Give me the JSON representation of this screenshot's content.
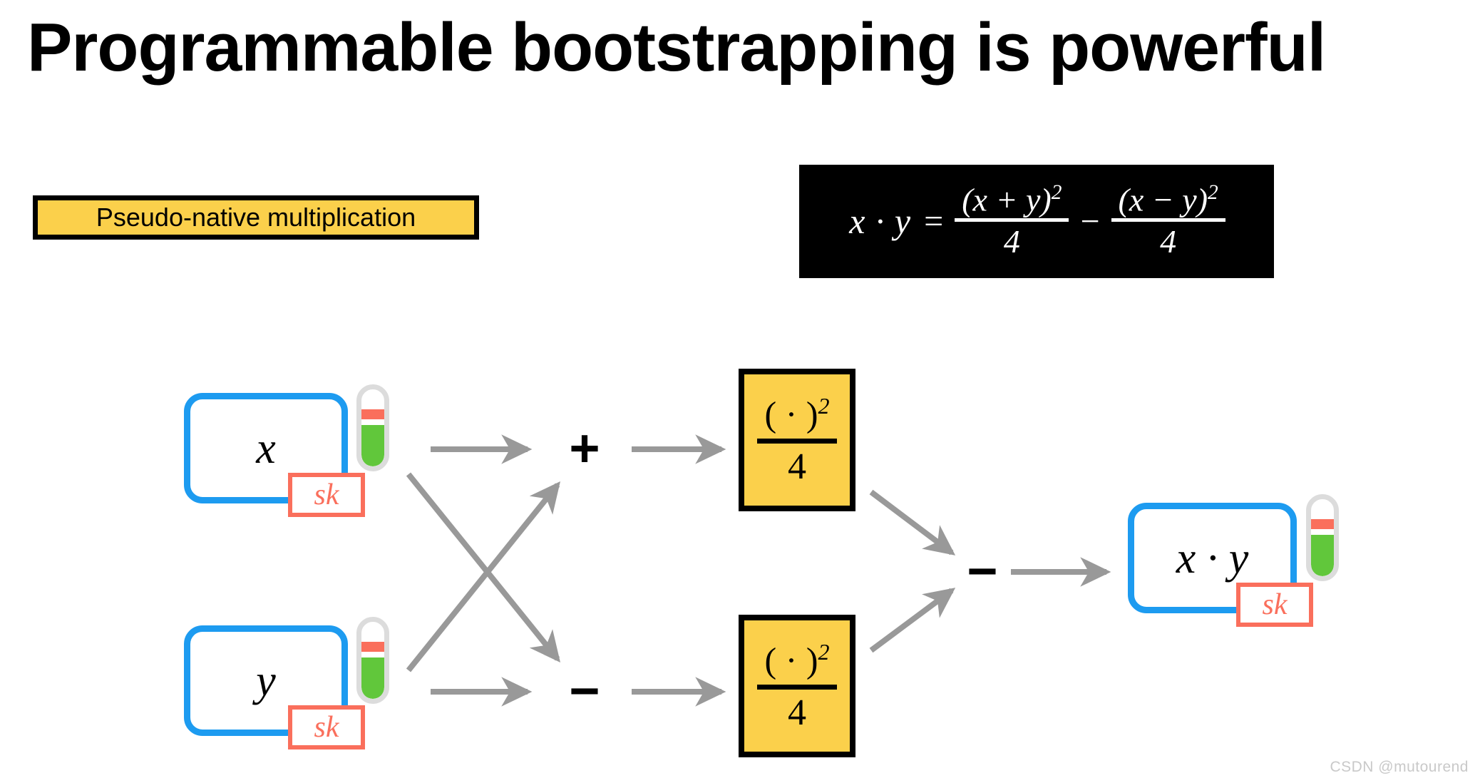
{
  "slide": {
    "title": "Programmable bootstrapping is powerful",
    "watermark": "CSDN @mutourend"
  },
  "caption": {
    "label": "Pseudo-native multiplication",
    "background_color": "#FBD04B",
    "border_color": "#000000"
  },
  "formula_panel": {
    "background_color": "#000000",
    "text_color": "#FFFFFF",
    "lhs": "x · y",
    "equals": "=",
    "term1": {
      "numerator": "(x + y)",
      "exponent": "2",
      "denominator": "4"
    },
    "operator": "−",
    "term2": {
      "numerator": "(x − y)",
      "exponent": "2",
      "denominator": "4"
    },
    "plain_text": "x · y = (x + y)² / 4 − (x − y)² / 4"
  },
  "diagram": {
    "colors": {
      "ciphertext_border": "#1D9BF0",
      "key_tag": "#FA6F5C",
      "pbs_fill": "#FBD04B",
      "pbs_border": "#000000",
      "arrow": "#999999",
      "noise_band": "#FA6F5C",
      "noise_fill": "#61C73B",
      "gauge_outline": "#DCDCDC"
    },
    "inputs": [
      {
        "name": "input-x",
        "label": "x",
        "key_tag": "sk",
        "noise_level": "low"
      },
      {
        "name": "input-y",
        "label": "y",
        "key_tag": "sk",
        "noise_level": "low"
      }
    ],
    "operators": [
      {
        "name": "adder",
        "symbol": "+"
      },
      {
        "name": "subtractor-input",
        "symbol": "−"
      },
      {
        "name": "subtractor-output",
        "symbol": "−"
      }
    ],
    "pbs_boxes": [
      {
        "name": "pbs-square-over-four-top",
        "numerator": "( · )",
        "exponent": "2",
        "denominator": "4"
      },
      {
        "name": "pbs-square-over-four-bottom",
        "numerator": "( · )",
        "exponent": "2",
        "denominator": "4"
      }
    ],
    "output": {
      "name": "output-product",
      "label": "x · y",
      "key_tag": "sk",
      "noise_level": "low"
    }
  }
}
